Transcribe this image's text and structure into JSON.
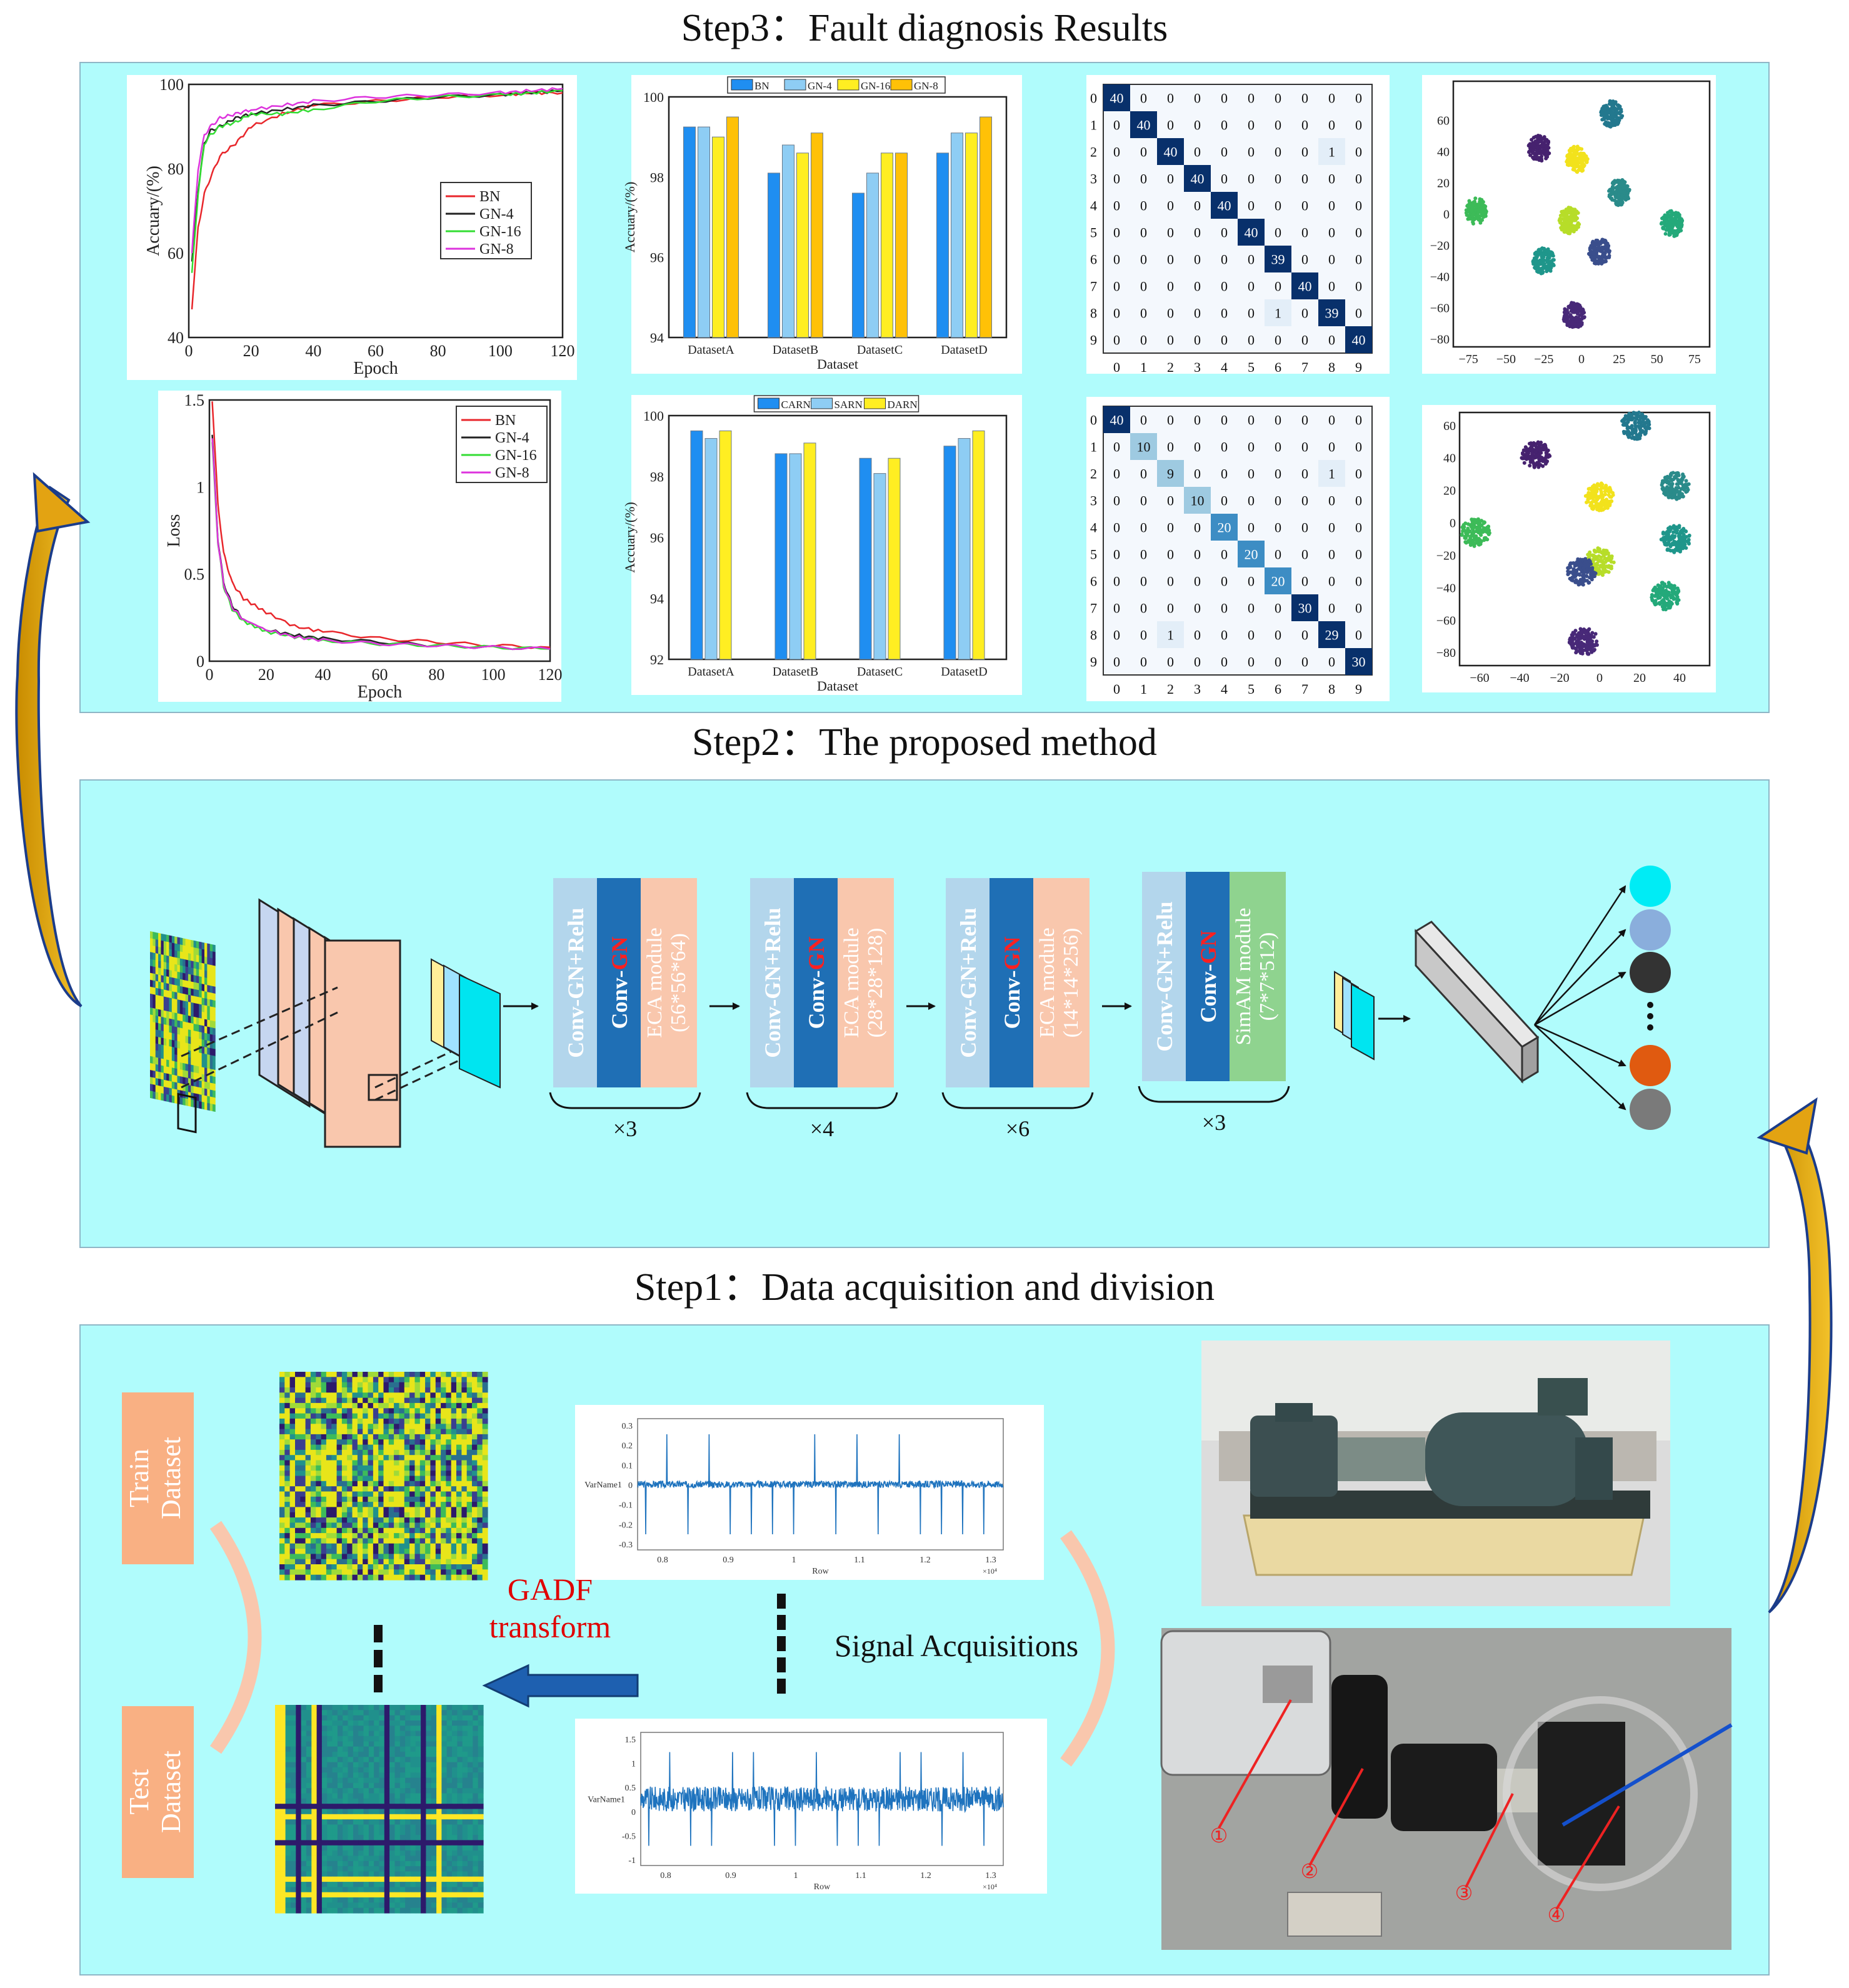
{
  "steps": {
    "step3": "Step3：Fault diagnosis Results",
    "step2": "Step2：The proposed method",
    "step1": "Step1：Data acquisition and division"
  },
  "colors": {
    "panel": "#b0fcfc",
    "BN": "#e8262b",
    "GN-4": "#222222",
    "GN-16": "#33dd33",
    "GN-8": "#dd33dd",
    "bar1": "#1f8ef1",
    "bar2": "#8ecdf4",
    "bar3": "#ffee22",
    "bar4": "#ffc107",
    "ecaBlock": "#f9c7ad",
    "simamBlock": "#8fd38f",
    "convGnRelu": "#b3d6ec",
    "convGn": "#1f6fb5"
  },
  "chart_data": [
    {
      "type": "line",
      "xlabel": "Epoch",
      "ylabel": "Accuary/(%)",
      "xlim": [
        0,
        120
      ],
      "ylim": [
        40,
        100
      ],
      "xticks": [
        "0",
        "20",
        "40",
        "60",
        "80",
        "100",
        "120"
      ],
      "yticks": [
        "40",
        "60",
        "80",
        "100"
      ],
      "legend": [
        "BN",
        "GN-4",
        "GN-16",
        "GN-8"
      ],
      "series": [
        {
          "name": "BN",
          "x": [
            1,
            3,
            5,
            7,
            10,
            15,
            20,
            30,
            40,
            60,
            80,
            100,
            110,
            120
          ],
          "y": [
            47,
            66,
            74,
            78,
            83,
            86,
            90,
            93,
            95,
            96,
            97,
            97.5,
            98,
            98
          ]
        },
        {
          "name": "GN-4",
          "x": [
            1,
            3,
            5,
            7,
            10,
            15,
            20,
            30,
            40,
            60,
            80,
            100,
            110,
            120
          ],
          "y": [
            58,
            75,
            86,
            89,
            90,
            92,
            93,
            94,
            95,
            96,
            97,
            97.5,
            98,
            98.5
          ]
        },
        {
          "name": "GN-16",
          "x": [
            1,
            3,
            5,
            7,
            10,
            15,
            20,
            30,
            40,
            60,
            80,
            100,
            110,
            120
          ],
          "y": [
            55,
            74,
            86,
            88,
            90,
            91,
            93,
            93,
            94,
            96,
            97,
            97.5,
            98,
            98.5
          ]
        },
        {
          "name": "GN-8",
          "x": [
            1,
            3,
            5,
            7,
            10,
            15,
            20,
            30,
            40,
            60,
            80,
            100,
            110,
            120
          ],
          "y": [
            60,
            80,
            88,
            90,
            92,
            93,
            94,
            95,
            96,
            97,
            97.5,
            98,
            98.5,
            99
          ]
        }
      ]
    },
    {
      "type": "line",
      "xlabel": "Epoch",
      "ylabel": "Loss",
      "xlim": [
        0,
        120
      ],
      "ylim": [
        0,
        1.5
      ],
      "xticks": [
        "0",
        "20",
        "40",
        "60",
        "80",
        "100",
        "120"
      ],
      "yticks": [
        "0",
        "0.5",
        "1",
        "1.5"
      ],
      "legend": [
        "BN",
        "GN-4",
        "GN-16",
        "GN-8"
      ],
      "series": [
        {
          "name": "BN",
          "x": [
            1,
            3,
            5,
            8,
            12,
            20,
            30,
            40,
            60,
            80,
            100,
            120
          ],
          "y": [
            1.5,
            0.9,
            0.62,
            0.45,
            0.36,
            0.28,
            0.2,
            0.17,
            0.13,
            0.11,
            0.09,
            0.08
          ]
        },
        {
          "name": "GN-4",
          "x": [
            1,
            3,
            5,
            8,
            12,
            20,
            30,
            40,
            60,
            80,
            100,
            120
          ],
          "y": [
            1.3,
            0.7,
            0.45,
            0.32,
            0.24,
            0.18,
            0.15,
            0.13,
            0.11,
            0.09,
            0.08,
            0.07
          ]
        },
        {
          "name": "GN-16",
          "x": [
            1,
            3,
            5,
            8,
            12,
            20,
            30,
            40,
            60,
            80,
            100,
            120
          ],
          "y": [
            1.25,
            0.68,
            0.43,
            0.3,
            0.23,
            0.17,
            0.14,
            0.12,
            0.1,
            0.09,
            0.08,
            0.07
          ]
        },
        {
          "name": "GN-8",
          "x": [
            1,
            3,
            5,
            8,
            12,
            20,
            30,
            40,
            60,
            80,
            100,
            120
          ],
          "y": [
            1.28,
            0.69,
            0.44,
            0.31,
            0.24,
            0.18,
            0.14,
            0.12,
            0.1,
            0.09,
            0.08,
            0.07
          ]
        }
      ]
    },
    {
      "type": "bar",
      "xlabel": "Dataset",
      "ylabel": "Accuary/(%)",
      "ylim": [
        94,
        100
      ],
      "yticks": [
        "94",
        "96",
        "98",
        "100"
      ],
      "categories": [
        "DatasetA",
        "DatasetB",
        "DatasetC",
        "DatasetD"
      ],
      "series": [
        {
          "name": "BN",
          "values": [
            99.25,
            98.1,
            97.6,
            98.6
          ]
        },
        {
          "name": "GN-4",
          "values": [
            99.25,
            98.8,
            98.1,
            99.1
          ]
        },
        {
          "name": "GN-16",
          "values": [
            99.0,
            98.6,
            98.6,
            99.1
          ]
        },
        {
          "name": "GN-8",
          "values": [
            99.5,
            99.1,
            98.6,
            99.5
          ]
        }
      ]
    },
    {
      "type": "bar",
      "xlabel": "Dataset",
      "ylabel": "Accuary/(%)",
      "ylim": [
        92,
        100
      ],
      "yticks": [
        "92",
        "94",
        "96",
        "98",
        "100"
      ],
      "categories": [
        "DatasetA",
        "DatasetB",
        "DatasetC",
        "DatasetD"
      ],
      "series": [
        {
          "name": "CARN",
          "values": [
            99.5,
            98.75,
            98.6,
            99.0
          ]
        },
        {
          "name": "SARN",
          "values": [
            99.25,
            98.75,
            98.1,
            99.25
          ]
        },
        {
          "name": "DARN",
          "values": [
            99.5,
            99.1,
            98.6,
            99.5
          ]
        }
      ]
    },
    {
      "type": "heatmap",
      "labels": [
        "0",
        "1",
        "2",
        "3",
        "4",
        "5",
        "6",
        "7",
        "8",
        "9"
      ],
      "matrix": [
        [
          40,
          0,
          0,
          0,
          0,
          0,
          0,
          0,
          0,
          0
        ],
        [
          0,
          40,
          0,
          0,
          0,
          0,
          0,
          0,
          0,
          0
        ],
        [
          0,
          0,
          40,
          0,
          0,
          0,
          0,
          0,
          1,
          0
        ],
        [
          0,
          0,
          0,
          40,
          0,
          0,
          0,
          0,
          0,
          0
        ],
        [
          0,
          0,
          0,
          0,
          40,
          0,
          0,
          0,
          0,
          0
        ],
        [
          0,
          0,
          0,
          0,
          0,
          40,
          0,
          0,
          0,
          0
        ],
        [
          0,
          0,
          0,
          0,
          0,
          0,
          39,
          0,
          0,
          0
        ],
        [
          0,
          0,
          0,
          0,
          0,
          0,
          0,
          40,
          0,
          0
        ],
        [
          0,
          0,
          0,
          0,
          0,
          0,
          1,
          0,
          39,
          0
        ],
        [
          0,
          0,
          0,
          0,
          0,
          0,
          0,
          0,
          0,
          40
        ]
      ]
    },
    {
      "type": "heatmap",
      "labels": [
        "0",
        "1",
        "2",
        "3",
        "4",
        "5",
        "6",
        "7",
        "8",
        "9"
      ],
      "matrix": [
        [
          40,
          0,
          0,
          0,
          0,
          0,
          0,
          0,
          0,
          0
        ],
        [
          0,
          10,
          0,
          0,
          0,
          0,
          0,
          0,
          0,
          0
        ],
        [
          0,
          0,
          9,
          0,
          0,
          0,
          0,
          0,
          1,
          0
        ],
        [
          0,
          0,
          0,
          10,
          0,
          0,
          0,
          0,
          0,
          0
        ],
        [
          0,
          0,
          0,
          0,
          20,
          0,
          0,
          0,
          0,
          0
        ],
        [
          0,
          0,
          0,
          0,
          0,
          20,
          0,
          0,
          0,
          0
        ],
        [
          0,
          0,
          0,
          0,
          0,
          0,
          20,
          0,
          0,
          0
        ],
        [
          0,
          0,
          0,
          0,
          0,
          0,
          0,
          30,
          0,
          0
        ],
        [
          0,
          0,
          1,
          0,
          0,
          0,
          0,
          0,
          29,
          0
        ],
        [
          0,
          0,
          0,
          0,
          0,
          0,
          0,
          0,
          0,
          30
        ]
      ]
    },
    {
      "type": "scatter",
      "xlim": [
        -85,
        85
      ],
      "ylim": [
        -85,
        85
      ],
      "xticks": [
        "−75",
        "−50",
        "−25",
        "0",
        "25",
        "50",
        "75"
      ],
      "yticks": [
        "−80",
        "−60",
        "−40",
        "−20",
        "0",
        "20",
        "40",
        "60"
      ],
      "clusters": [
        {
          "x": -28,
          "y": 42,
          "c": "#46226f"
        },
        {
          "x": -3,
          "y": 35,
          "c": "#f2e21c"
        },
        {
          "x": 20,
          "y": 64,
          "c": "#23788e"
        },
        {
          "x": 25,
          "y": 14,
          "c": "#2a8b8a"
        },
        {
          "x": -70,
          "y": 2,
          "c": "#3dbb58"
        },
        {
          "x": -8,
          "y": -4,
          "c": "#b7dd29"
        },
        {
          "x": 60,
          "y": -6,
          "c": "#24a97a"
        },
        {
          "x": -25,
          "y": -30,
          "c": "#1f968b"
        },
        {
          "x": 12,
          "y": -24,
          "c": "#3a4e8c"
        },
        {
          "x": -5,
          "y": -65,
          "c": "#482978"
        }
      ]
    },
    {
      "type": "scatter",
      "xlim": [
        -70,
        55
      ],
      "ylim": [
        -88,
        68
      ],
      "xticks": [
        "−60",
        "−40",
        "−20",
        "0",
        "20",
        "40"
      ],
      "yticks": [
        "−80",
        "−60",
        "−40",
        "−20",
        "0",
        "20",
        "40",
        "60"
      ],
      "clusters": [
        {
          "x": -32,
          "y": 42,
          "c": "#46226f"
        },
        {
          "x": 18,
          "y": 60,
          "c": "#23788e"
        },
        {
          "x": 0,
          "y": 16,
          "c": "#f2e21c"
        },
        {
          "x": 38,
          "y": 23,
          "c": "#2a8b8a"
        },
        {
          "x": -62,
          "y": -6,
          "c": "#3dbb58"
        },
        {
          "x": 38,
          "y": -10,
          "c": "#1f968b"
        },
        {
          "x": 0,
          "y": -24,
          "c": "#b7dd29"
        },
        {
          "x": -9,
          "y": -30,
          "c": "#3a4e8c"
        },
        {
          "x": 33,
          "y": -45,
          "c": "#24a97a"
        },
        {
          "x": -8,
          "y": -73,
          "c": "#482978"
        }
      ]
    }
  ],
  "network": {
    "blocks": [
      {
        "a": "Conv-GN+Relu",
        "b": "Conv-GN",
        "c": "ECA module",
        "d": "(56*56*64)",
        "mult": "×3"
      },
      {
        "a": "Conv-GN+Relu",
        "b": "Conv-GN",
        "c": "ECA module",
        "d": "(28*28*128)",
        "mult": "×4"
      },
      {
        "a": "Conv-GN+Relu",
        "b": "Conv-GN",
        "c": "ECA module",
        "d": "(14*14*256)",
        "mult": "×6"
      },
      {
        "a": "Conv-GN+Relu",
        "b": "Conv-GN",
        "c": "SimAM module",
        "d": "(7*7*512)",
        "mult": "×3"
      }
    ],
    "conv_label": "Conv-",
    "gn_label": "GN",
    "output_colors": [
      "#00ecf5",
      "#8aaedc",
      "#333333",
      "#e05a10",
      "#7a7a7a"
    ]
  },
  "step1": {
    "train": [
      "Train",
      "Dataset"
    ],
    "test": [
      "Test",
      "Dataset"
    ],
    "gadf": [
      "GADF",
      "transform"
    ],
    "signal": "Signal Acquisitions",
    "signal1": {
      "ylabel": "VarName1",
      "xlabel": "Row",
      "yticks": [
        "0.3",
        "0.2",
        "0.1",
        "0",
        "-0.1",
        "-0.2",
        "-0.3"
      ],
      "xticks": [
        "0.8",
        "0.9",
        "1",
        "1.1",
        "1.2",
        "1.3"
      ],
      "exp": "×10⁴"
    },
    "signal2": {
      "ylabel": "VarName1",
      "xlabel": "Row",
      "yticks": [
        "1.5",
        "1",
        "0.5",
        "0",
        "-0.5",
        "-1"
      ],
      "xticks": [
        "0.8",
        "0.9",
        "1",
        "1.1",
        "1.2",
        "1.3"
      ],
      "exp": "×10⁴"
    },
    "photo_markers": [
      "①",
      "②",
      "③",
      "④"
    ]
  }
}
